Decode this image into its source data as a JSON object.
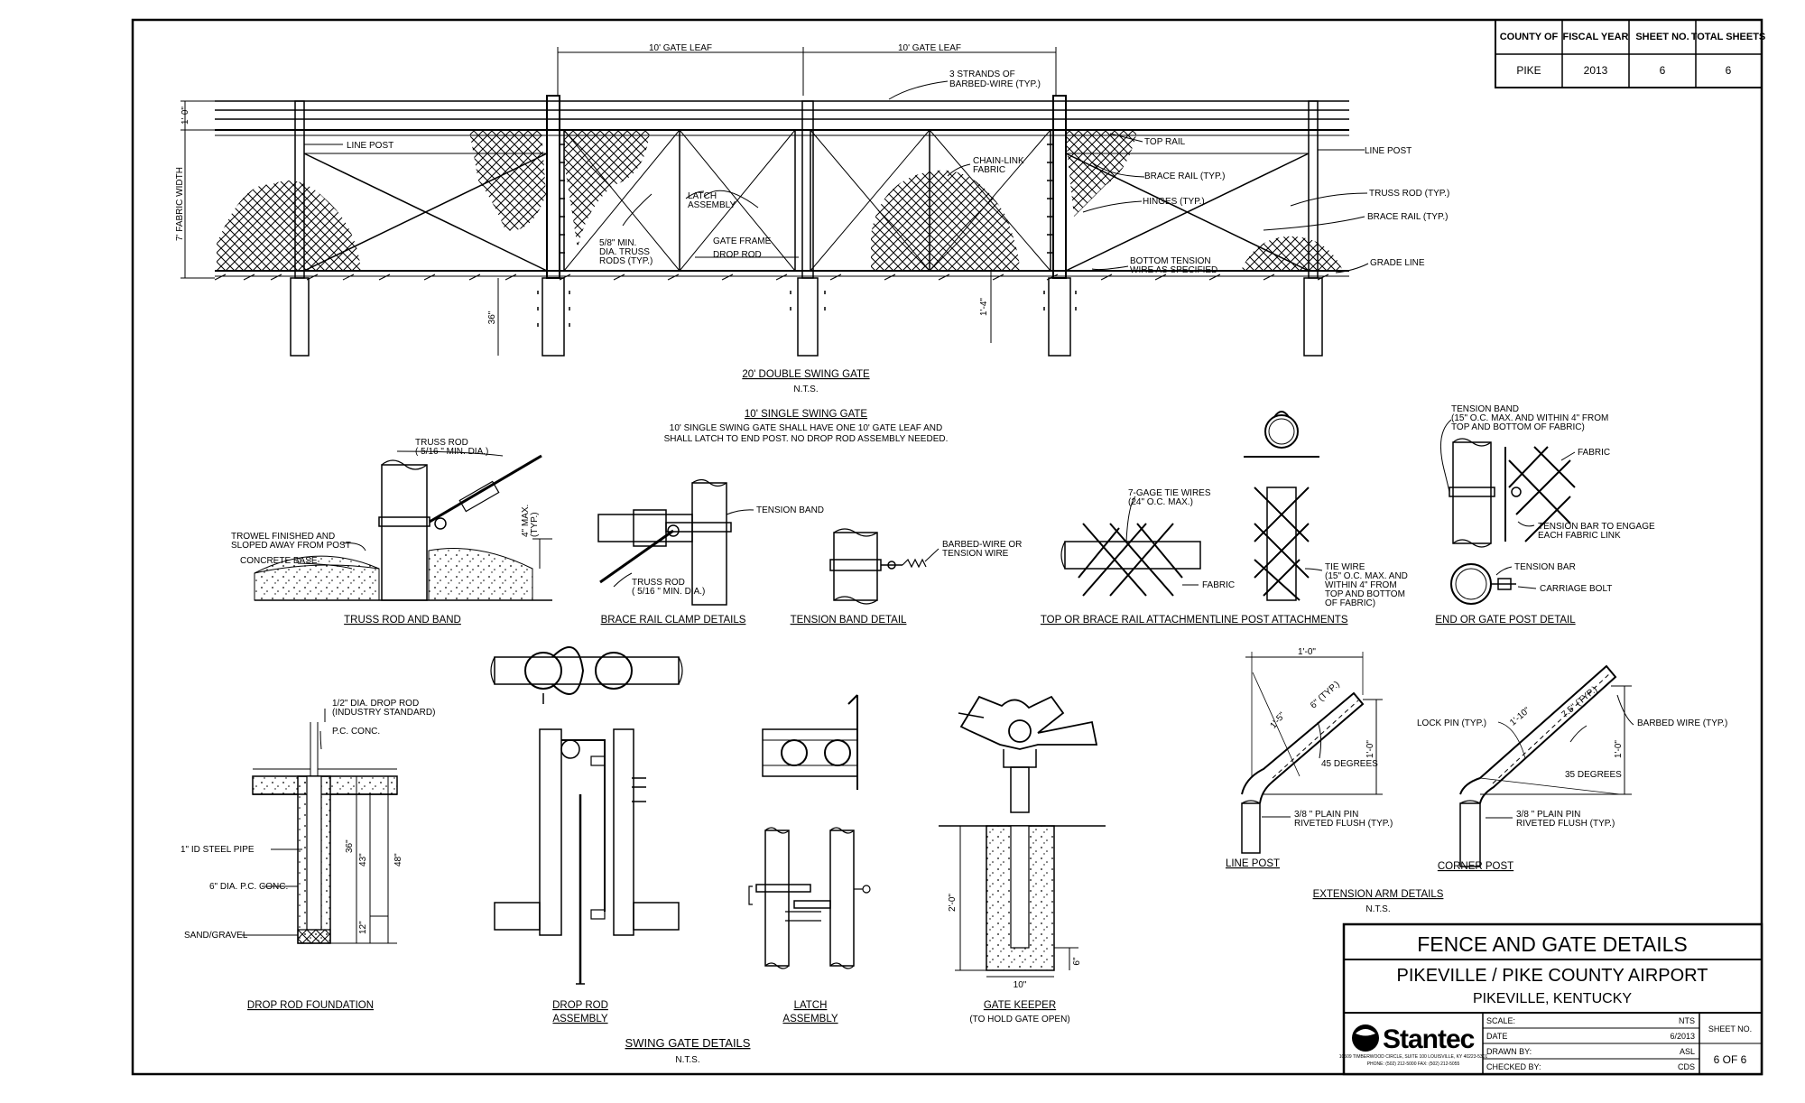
{
  "title_block": {
    "headers": {
      "county": "COUNTY OF",
      "fiscal_year": "FISCAL YEAR",
      "sheet_no": "SHEET NO.",
      "total_sheets": "TOTAL SHEETS"
    },
    "values": {
      "county": "PIKE",
      "fiscal_year": "2013",
      "sheet_no": "6",
      "total_sheets": "6"
    }
  },
  "project": {
    "sheet_title": "FENCE AND GATE DETAILS",
    "airport": "PIKEVILLE / PIKE COUNTY AIRPORT",
    "location": "PIKEVILLE, KENTUCKY",
    "company": "Stantec",
    "company_address": "10509 TIMBERWOOD CIRCLE, SUITE 100 LOUISVILLE, KY 40223-5301",
    "company_phone": "PHONE: (502) 212-5000   FAX: (502) 212-5055",
    "scale_label": "SCALE:",
    "scale_value": "NTS",
    "date_label": "DATE",
    "date_value": "6/2013",
    "drawn_label": "DRAWN BY:",
    "drawn_value": "ASL",
    "checked_label": "CHECKED BY:",
    "checked_value": "CDS",
    "sheet_no_label": "SHEET NO.",
    "sheet_no_value": "6 OF 6"
  },
  "gate_elevation": {
    "dim_left_leaf": "10' GATE LEAF",
    "dim_right_leaf": "10' GATE LEAF",
    "dim_top": "1'-0\"",
    "dim_fabric": "7' FABRIC WIDTH",
    "dim_depth": "36\"",
    "dim_clear": "1'-4\"",
    "labels": {
      "barbed": [
        "3 STRANDS OF",
        "BARBED-WIRE (TYP.)"
      ],
      "line_post_left": "LINE POST",
      "top_rail": "TOP RAIL",
      "line_post_right": "LINE POST",
      "brace_rail": "BRACE RAIL (TYP.)",
      "truss_rod": "TRUSS ROD (TYP.)",
      "brace_rail_right": "BRACE RAIL (TYP.)",
      "chain_link": [
        "CHAIN-LINK",
        "FABRIC"
      ],
      "hinges": "HINGES (TYP.)",
      "latch": [
        "LATCH",
        "ASSEMBLY"
      ],
      "gate_frame": "GATE FRAME",
      "drop_rod": "DROP ROD",
      "truss_rods": [
        "5/8\" MIN.",
        "DIA. TRUSS",
        "RODS (TYP.)"
      ],
      "bottom_tension": [
        "BOTTOM TENSION",
        "WIRE AS SPECIFIED"
      ],
      "grade_line": "GRADE LINE"
    },
    "title": "20' DOUBLE SWING GATE",
    "nts": "N.T.S."
  },
  "single_gate": {
    "title": "10' SINGLE SWING GATE",
    "note_1": "10' SINGLE SWING GATE SHALL HAVE ONE 10' GATE LEAF AND",
    "note_2": "SHALL LATCH TO END POST. NO DROP ROD ASSEMBLY NEEDED."
  },
  "truss_rod_band": {
    "title": "TRUSS ROD AND BAND",
    "truss": [
      "TRUSS ROD",
      "( 5/16 \" MIN. DIA.)"
    ],
    "trowel": [
      "TROWEL FINISHED AND",
      "SLOPED AWAY FROM POST"
    ],
    "concrete": "CONCRETE BASE",
    "max": [
      "4\" MAX.",
      "(TYP.)"
    ]
  },
  "brace_clamp": {
    "title": "BRACE RAIL CLAMP DETAILS",
    "tension_band": "TENSION BAND",
    "truss": [
      "TRUSS ROD",
      "( 5/16 \" MIN. DIA.)"
    ]
  },
  "tension_band": {
    "title": "TENSION BAND DETAIL",
    "barbed": [
      "BARBED-WIRE OR",
      "TENSION WIRE"
    ]
  },
  "top_rail": {
    "title": "TOP OR BRACE RAIL ATTACHMENT",
    "tie": [
      "7-GAGE TIE WIRES",
      "(24\" O.C. MAX.)"
    ],
    "fabric": "FABRIC"
  },
  "line_post_attach": {
    "title": "LINE POST ATTACHMENTS",
    "tie": [
      "TIE WIRE",
      "(15\" O.C. MAX. AND",
      "WITHIN 4\" FROM",
      "TOP AND BOTTOM",
      "OF FABRIC)"
    ]
  },
  "end_post": {
    "title": "END OR GATE POST DETAIL",
    "band": [
      "TENSION BAND",
      "(15\" O.C. MAX. AND WITHIN 4\" FROM",
      "TOP AND BOTTOM OF FABRIC)"
    ],
    "fabric": "FABRIC",
    "bar": [
      "TENSION BAR TO ENGAGE",
      "EACH FABRIC LINK"
    ],
    "tension_bar": "TENSION BAR",
    "bolt": "CARRIAGE BOLT"
  },
  "drop_rod_foundation": {
    "title": "DROP ROD FOUNDATION",
    "rod": [
      "1/2\" DIA. DROP ROD",
      "(INDUSTRY STANDARD)"
    ],
    "pc": "P.C. CONC.",
    "pipe": "1\" ID STEEL PIPE",
    "dia": "6\" DIA. P.C. CONC.",
    "sand": "SAND/GRAVEL",
    "dim_36": "36\"",
    "dim_43": "43\"",
    "dim_48": "48\"",
    "dim_12": "12\""
  },
  "swing_gate": {
    "drop_rod_title": [
      "DROP ROD",
      "ASSEMBLY"
    ],
    "latch_title": [
      "LATCH",
      "ASSEMBLY"
    ],
    "keeper_title": "GATE KEEPER",
    "keeper_sub": "(TO HOLD GATE OPEN)",
    "keeper_dim_h": "2'-0\"",
    "keeper_dim_w": "10\"",
    "keeper_dim_d": "6\"",
    "group_title": "SWING GATE DETAILS",
    "nts": "N.T.S."
  },
  "extension_arm": {
    "dim_top": "1'-0\"",
    "dim_arm": "1'-5\"",
    "dim_spacing": "6\" (TYP.)",
    "dim_height": "1'-0\"",
    "angle": "45 DEGREES",
    "pin": [
      "3/8 \" PLAIN PIN",
      "RIVETED FLUSH (TYP.)"
    ],
    "line_post": "LINE POST",
    "lock_pin": "LOCK PIN (TYP.)",
    "corner_arm": "1'-10\"",
    "corner_spacing": "7.5\" (TYP.)",
    "barbed": "BARBED WIRE (TYP.)",
    "corner_height": "1'-0\"",
    "corner_angle": "35 DEGREES",
    "corner_pin": [
      "3/8 \" PLAIN PIN",
      "RIVETED FLUSH (TYP.)"
    ],
    "corner_post": "CORNER POST",
    "title": "EXTENSION ARM DETAILS",
    "nts": "N.T.S."
  }
}
